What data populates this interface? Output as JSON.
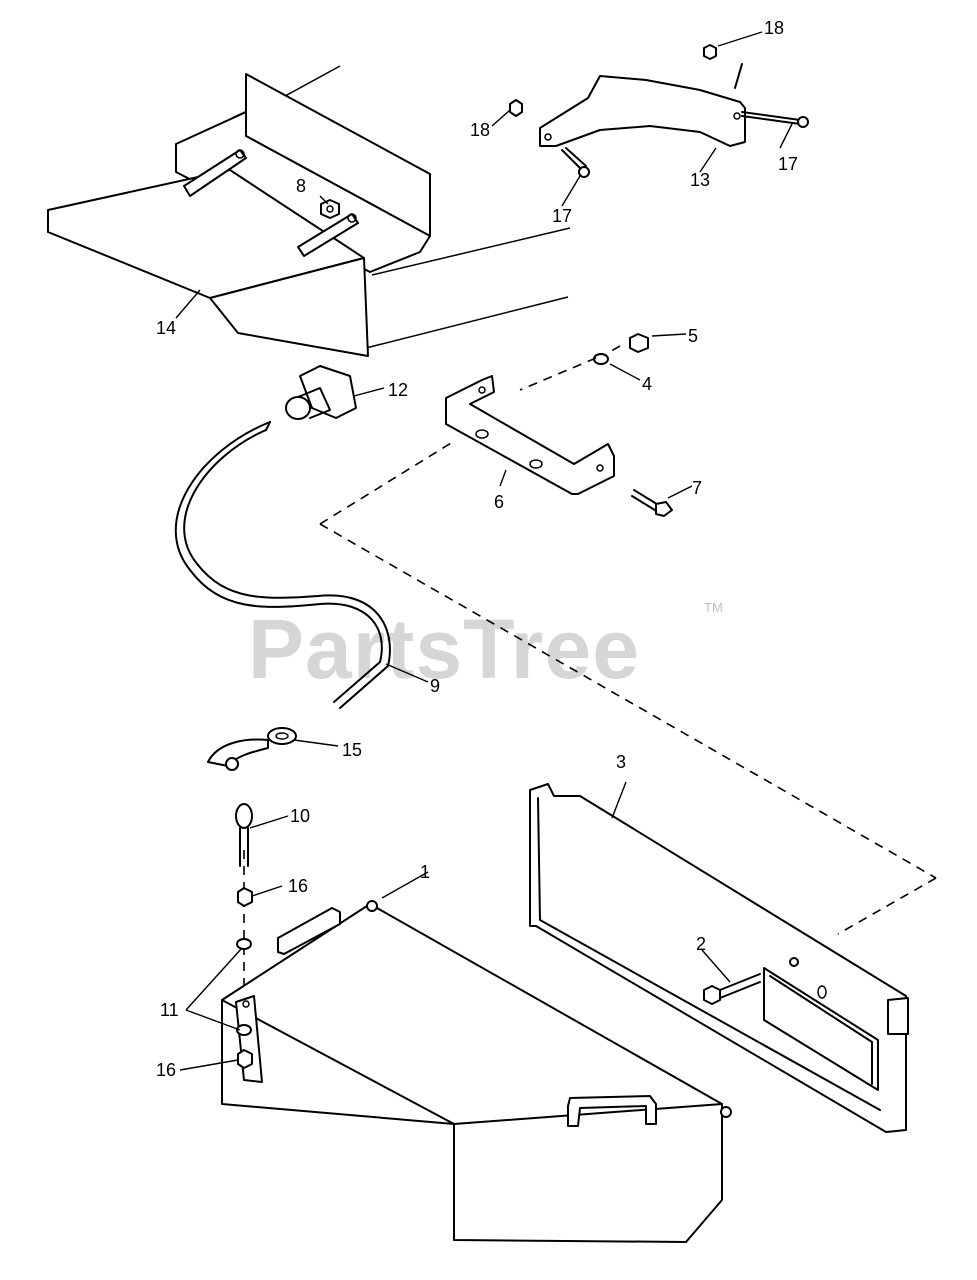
{
  "watermark": {
    "text": "PartsTree",
    "trademark": "TM"
  },
  "colors": {
    "line": "#000000",
    "background": "#ffffff",
    "watermark": "#d6d6d6"
  },
  "callouts": {
    "c1": "1",
    "c2": "2",
    "c3": "3",
    "c4": "4",
    "c5": "5",
    "c6": "6",
    "c7": "7",
    "c8": "8",
    "c9": "9",
    "c10": "10",
    "c11": "11",
    "c12": "12",
    "c13": "13",
    "c14": "14",
    "c15": "15",
    "c16a": "16",
    "c16b": "16",
    "c17a": "17",
    "c17b": "17",
    "c18a": "18",
    "c18b": "18"
  }
}
